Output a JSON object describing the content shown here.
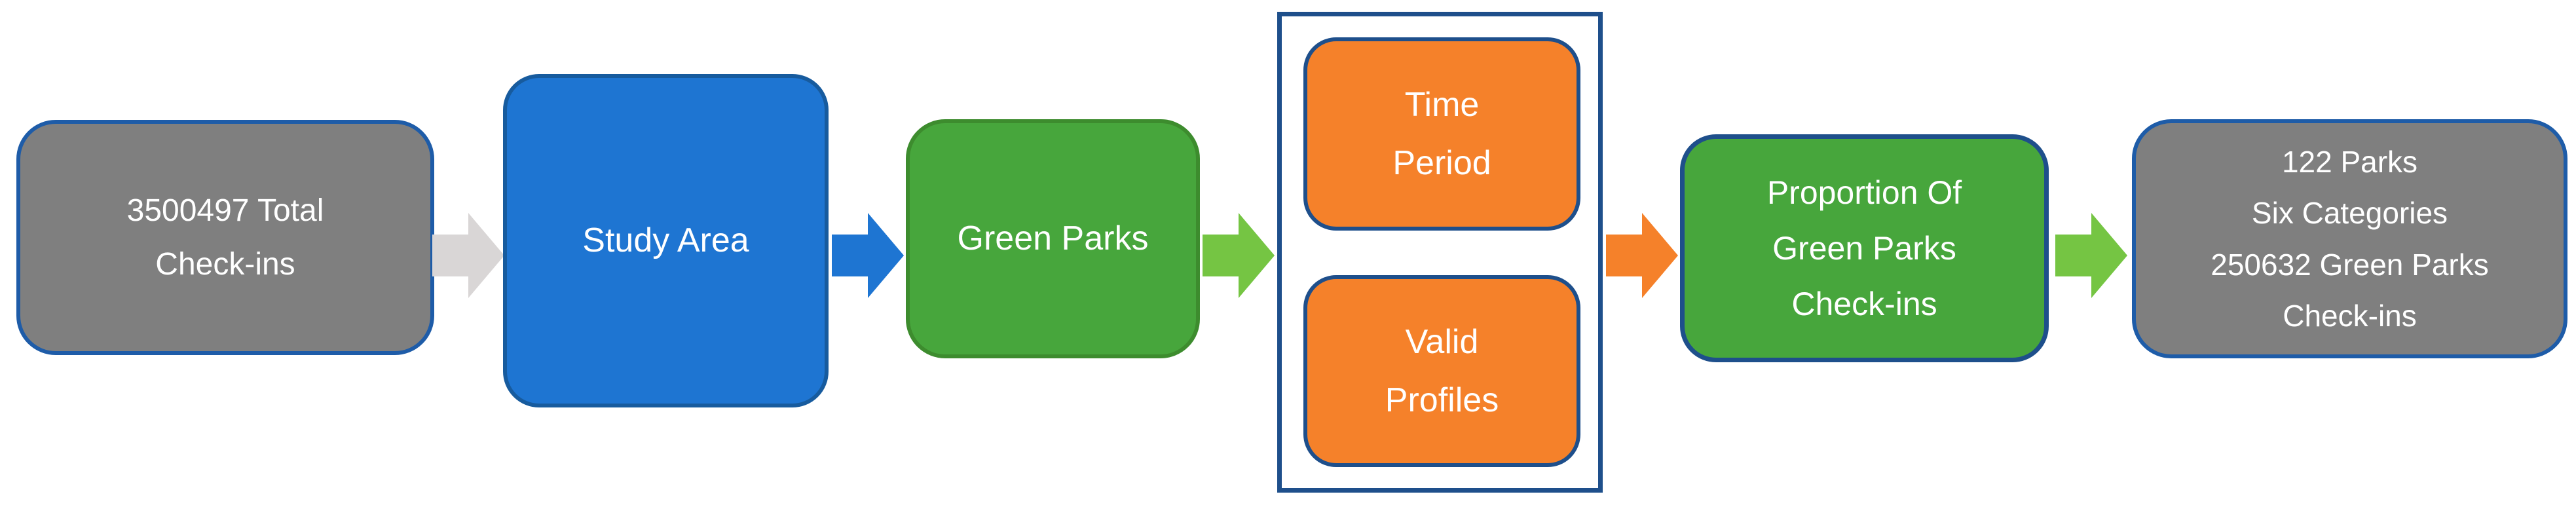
{
  "diagram": {
    "description": "Flowchart of check-ins data filtering for green parks study",
    "nodes": {
      "total_checkins": {
        "label": "3500497 Total\nCheck-ins",
        "fill": "#7F7F7F",
        "border": "#1E5CA8",
        "text_color": "#FFFFFF"
      },
      "study_area": {
        "label": "Study Area",
        "fill": "#1E75D2",
        "border": "#175B9E",
        "text_color": "#FFFFFF"
      },
      "green_parks": {
        "label": "Green Parks",
        "fill": "#47A63C",
        "border": "#3D8C2E",
        "text_color": "#FFFFFF"
      },
      "time_period": {
        "label": "Time\nPeriod",
        "fill": "#F5812A",
        "border": "#1E4F8B",
        "text_color": "#FFFFFF"
      },
      "valid_profiles": {
        "label": "Valid\nProfiles",
        "fill": "#F5812A",
        "border": "#1E4F8B",
        "text_color": "#FFFFFF"
      },
      "proportion": {
        "label": "Proportion Of\nGreen Parks\nCheck-ins",
        "fill": "#47A63C",
        "border": "#1E4F8B",
        "text_color": "#FFFFFF"
      },
      "result": {
        "label": "122 Parks\nSix Categories\n250632 Green Parks\nCheck-ins",
        "fill": "#7F7F7F",
        "border": "#1E5CA8",
        "text_color": "#FFFFFF"
      }
    },
    "filters_frame": {
      "border": "#1E4F8B",
      "fill": "#FFFFFF"
    },
    "arrows": {
      "a1": {
        "color": "#D9D6D6"
      },
      "a2": {
        "color": "#1E75D2"
      },
      "a3": {
        "color": "#75C543"
      },
      "a4": {
        "color": "#F5812A"
      },
      "a5": {
        "color": "#75C543"
      }
    }
  }
}
